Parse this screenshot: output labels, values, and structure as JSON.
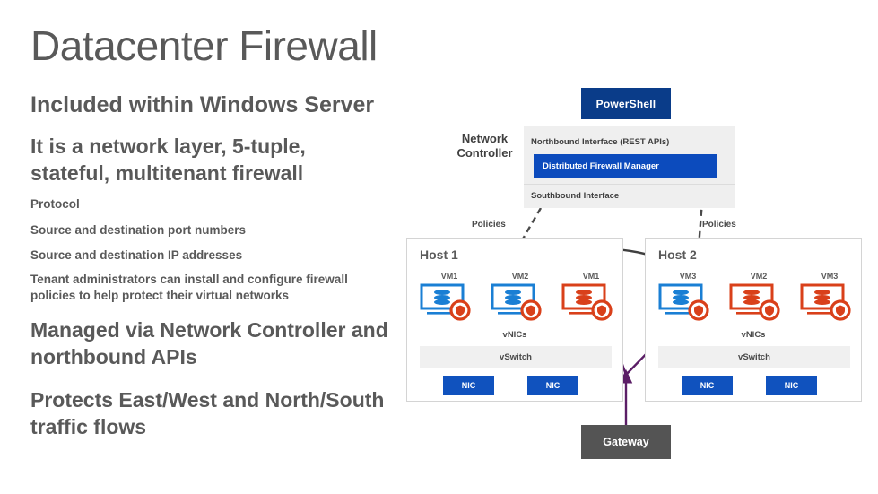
{
  "slide": {
    "title": "Datacenter Firewall",
    "subhead_1": "Included within Windows Server",
    "subhead_2": "It is a network layer, 5-tuple, stateful, multitenant firewall",
    "bullets": [
      "Protocol",
      "Source and destination port numbers",
      "Source and destination IP addresses",
      "Tenant administrators can install and configure firewall policies to help protect their virtual networks"
    ],
    "subhead_3": "Managed via Network Controller and northbound APIs",
    "subhead_4": "Protects East/West and North/South traffic flows"
  },
  "diagram": {
    "powershell": "PowerShell",
    "network_controller": {
      "label": "Network\nController",
      "northbound": "Northbound Interface (REST APIs)",
      "firewall_manager": "Distributed Firewall Manager",
      "southbound": "Southbound Interface"
    },
    "policies_left": "Policies",
    "policies_right": "Policies",
    "gateway": "Gateway",
    "hosts": [
      {
        "title": "Host 1",
        "vms": [
          {
            "label": "VM1",
            "color": "blue"
          },
          {
            "label": "VM2",
            "color": "blue"
          },
          {
            "label": "VM1",
            "color": "red"
          }
        ],
        "vnics_label": "vNICs",
        "vswitch_label": "vSwitch",
        "nics": [
          "NIC",
          "NIC"
        ]
      },
      {
        "title": "Host 2",
        "vms": [
          {
            "label": "VM3",
            "color": "blue"
          },
          {
            "label": "VM2",
            "color": "red"
          },
          {
            "label": "VM3",
            "color": "red"
          }
        ],
        "vnics_label": "vNICs",
        "vswitch_label": "vSwitch",
        "nics": [
          "NIC",
          "NIC"
        ]
      }
    ]
  },
  "colors": {
    "title_gray": "#595959",
    "powershell_navy": "#0A3C89",
    "firewall_manager_blue": "#0C4BBD",
    "nic_blue": "#1052BE",
    "vm_blue": "#1A7FD4",
    "vm_red": "#D9401A",
    "shield_orange": "#D9401A",
    "arrow_purple": "#5B1E66",
    "arrow_dark": "#3F3F3F",
    "gateway_gray": "#545454",
    "panel_gray": "#efefef"
  },
  "icons": {
    "vm": "monitor-server-icon",
    "shield": "shield-icon"
  }
}
